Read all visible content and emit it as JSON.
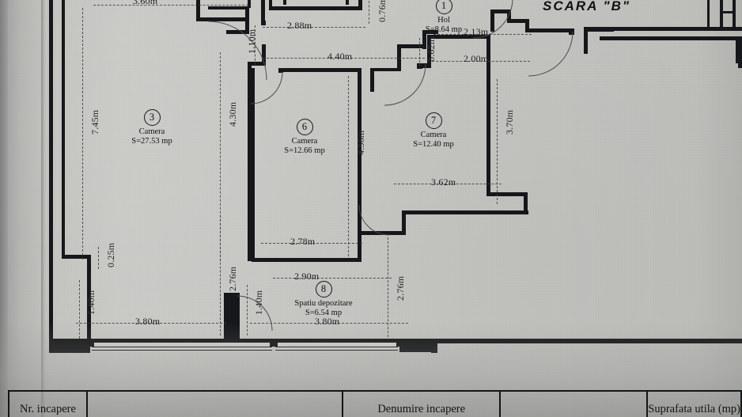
{
  "document": {
    "type": "architectural-floor-plan",
    "stair_label": "SCARA  \"B\""
  },
  "rooms": [
    {
      "number": "1",
      "name": "Hol",
      "area": "S=8.64 mp"
    },
    {
      "number": "3",
      "name": "Camera",
      "area": "S=27.53 mp"
    },
    {
      "number": "6",
      "name": "Camera",
      "area": "S=12.66 mp"
    },
    {
      "number": "7",
      "name": "Camera",
      "area": "S=12.40 mp"
    },
    {
      "number": "8",
      "name": "Spatiu depozitare",
      "area": "S=6.54 mp"
    }
  ],
  "dimensions": {
    "top_left": "3.60m",
    "top_288": "2.88m",
    "top_440": "4.40m",
    "v_110": "1.10m",
    "v_076": "0.76m",
    "v_745": "7.45m",
    "v_430": "4.30m",
    "v_456": "4.56m",
    "h_213": "2.13m",
    "v_062": "0.62m",
    "h_200": "2.00m",
    "v_370": "3.70m",
    "h_362": "3.62m",
    "h_278": "2.78m",
    "h_290": "2.90m",
    "v_276_left": "2.76m",
    "v_276_right": "2.76m",
    "v_140_left": "1.40m",
    "v_140_mid": "1.40m",
    "v_025": "0.25m",
    "h_380_left": "3.80m",
    "h_380_right": "3.80m"
  },
  "legend": {
    "columns": [
      "Nr. incapere",
      "",
      "Denumire incapere",
      "",
      "Suprafata utila (mp)"
    ]
  },
  "colors": {
    "paper": "#c5c6c2",
    "ink": "#16171a",
    "dim": "#3b3c3e"
  }
}
